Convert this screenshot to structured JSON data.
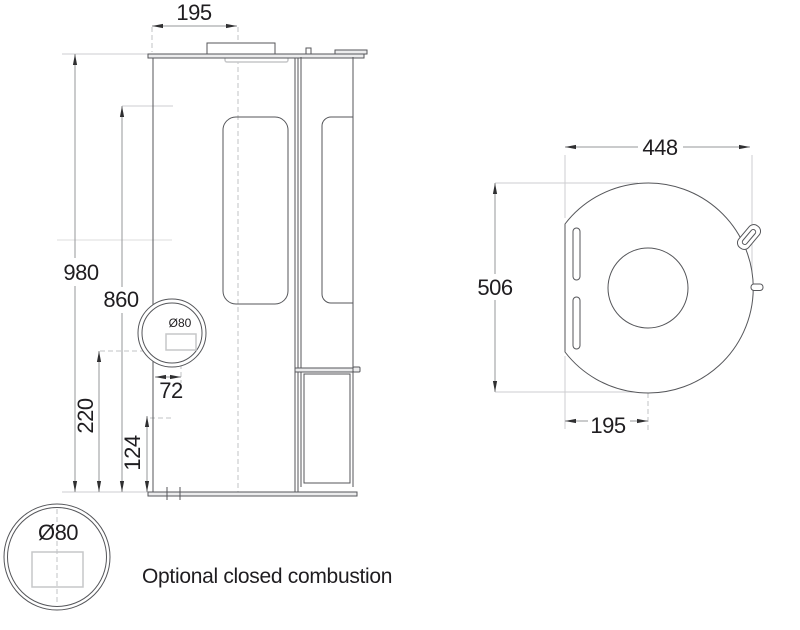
{
  "colors": {
    "outline": "#55565a",
    "dimension_line": "#96979a",
    "text": "#1f1d20",
    "reference_line": "#cdced0"
  },
  "side_view": {
    "dim_flue_offset": "195",
    "dim_height_total": "980",
    "dim_height_upper": "860",
    "dim_intake_height": "220",
    "dim_base_height": "124",
    "dim_intake_offset": "72",
    "intake_label": "Ø80"
  },
  "top_view": {
    "dim_width": "448",
    "dim_depth": "506",
    "dim_flue_offset": "195"
  },
  "detail": {
    "diameter_label": "Ø80",
    "note": "Optional closed combustion"
  }
}
